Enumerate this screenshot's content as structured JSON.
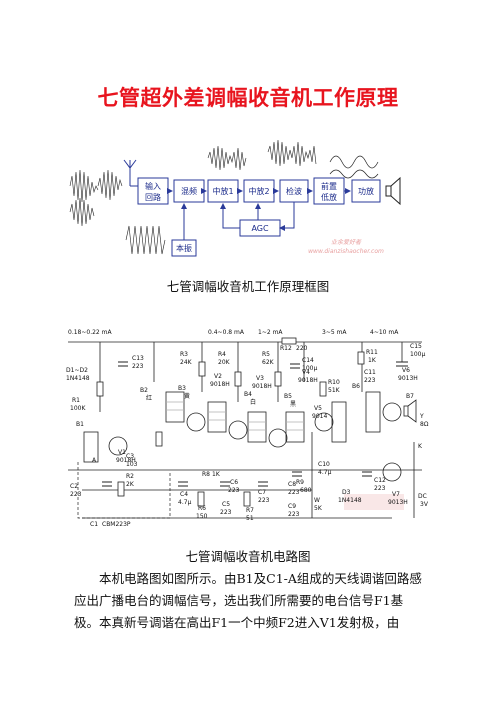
{
  "title": "七管超外差调幅收音机工作原理",
  "block_diagram": {
    "blocks": {
      "input": [
        "输入",
        "回路"
      ],
      "mixer": "混频",
      "if1": "中放1",
      "if2": "中放2",
      "detector": "检波",
      "preamp": [
        "前置",
        "低放"
      ],
      "power_amp": "功放",
      "agc": "AGC",
      "local_osc": "本振"
    },
    "watermark": [
      "业余爱好者",
      "www.dianzishaocher.com"
    ],
    "caption": "七管调幅收音机工作原理框图"
  },
  "circuit": {
    "currents": [
      "0.18~0.22 mA",
      "0.4~0.8 mA",
      "1~2 mA",
      "3~5 mA",
      "4~10 mA"
    ],
    "labels": {
      "d1d2": "D1~D2",
      "d1d2_part": "1N4148",
      "c13": "C13",
      "c13_val": "223",
      "r1": "R1",
      "r1_val": "100K",
      "b1": "B1",
      "v1": "V1",
      "v1_part": "9018H",
      "c2": "C2",
      "c2_val": "223",
      "b2": "B2",
      "b2_color": "红",
      "r3": "R3",
      "r3_val": "24K",
      "b3": "B3",
      "b3_color": "黄",
      "r4": "R4",
      "r4_val": "20K",
      "v2": "V2",
      "v2_part": "9018H",
      "b4": "B4",
      "b4_color": "白",
      "r5": "R5",
      "r5_val": "62K",
      "v3": "V3",
      "v3_part": "9018H",
      "b5": "B5",
      "b5_color": "黑",
      "v4": "V4",
      "v4_part": "9018H",
      "r12": "R12",
      "r12_val": "220",
      "c14": "C14",
      "c14_val": "100μ",
      "r10": "R10",
      "r10_val": "51K",
      "v5": "V5",
      "v5_part": "9014",
      "r11": "R11",
      "r11_val": "1K",
      "c11": "C11",
      "c11_val": "223",
      "c15": "C15",
      "c15_val": "100μ",
      "b6": "B6",
      "b7": "B7",
      "v6": "V6",
      "v6_part": "9013H",
      "r2": "R2",
      "r2_val": "2K",
      "c3": "C3",
      "c3_val": "103",
      "c4": "C4",
      "c4_val": "4.7μ",
      "r6": "R6",
      "r6_val": "150",
      "c5": "C5",
      "c5_val": "223",
      "c6": "C6",
      "c6_val": "223",
      "r8": "R8",
      "r8_val": "1K",
      "r7": "R7",
      "r7_val": "51",
      "c7": "C7",
      "c7_val": "223",
      "c8": "C8",
      "c8_val": "223",
      "r9": "R9",
      "r9_val": "680",
      "c9": "C9",
      "c9_val": "223",
      "w": "W",
      "w_val": "5K",
      "c10": "C10",
      "c10_val": "4.7μ",
      "d3": "D3",
      "d3_part": "1N4148",
      "c12": "C12",
      "c12_val": "223",
      "v7": "V7",
      "v7_part": "9013H",
      "k": "K",
      "spk": "Y",
      "spk_val": "8Ω",
      "supply": "DC",
      "supply_val": "3V",
      "c1": "C1",
      "c1_part": "CBM223P",
      "ca": "A"
    },
    "caption": "七管调幅收音机电路图"
  },
  "paragraph": "本机电路图如图所示。由B1及C1-A组成的天线调谐回路感应出广播电台的调幅信号，选出我们所需要的电台信号F1基极。本真新号调谐在高出F1一个中频F2进入V1发射极，由"
}
